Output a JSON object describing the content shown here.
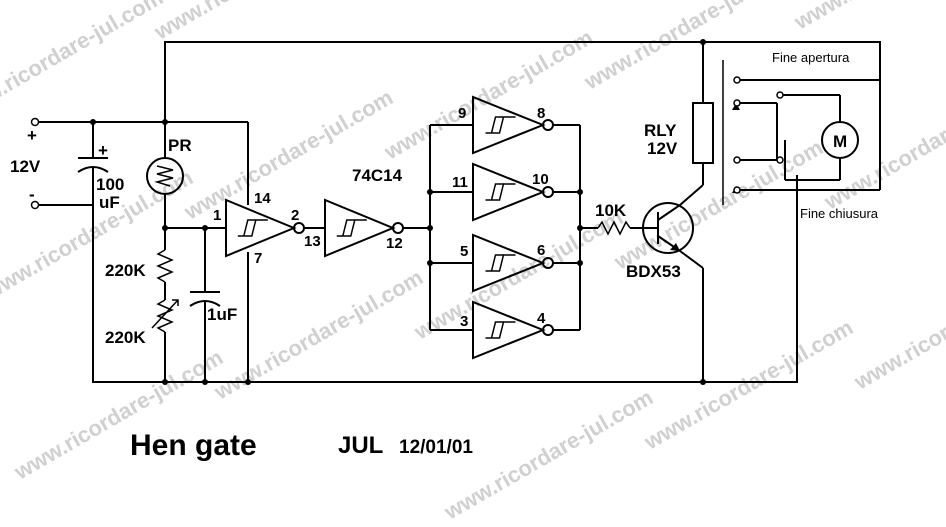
{
  "watermark": "www.ricordare-jul.com",
  "title": "Hen gate",
  "author": "JUL",
  "date": "12/01/01",
  "labels": {
    "supply_plus": "+",
    "supply_minus": "-",
    "supply_voltage": "12V",
    "cap_plus": "+",
    "cap_100_value": "100",
    "cap_100_unit": "uF",
    "photoresistor": "PR",
    "r_fixed": "220K",
    "r_trim": "220K",
    "cap_1uf": "1uF",
    "ic_name": "74C14",
    "resistor_10k": "10K",
    "transistor": "BDX53",
    "relay_name": "RLY",
    "relay_voltage": "12V",
    "motor": "M",
    "limit_open": "Fine apertura",
    "limit_close": "Fine chiusura"
  },
  "pins": {
    "g1_in": "1",
    "g1_vcc": "14",
    "g1_gnd": "7",
    "g1_out": "2",
    "g2_in": "13",
    "g2_out": "12",
    "g3_in": "9",
    "g3_out": "8",
    "g4_in": "11",
    "g4_out": "10",
    "g5_in": "5",
    "g5_out": "6",
    "g6_in": "3",
    "g6_out": "4"
  }
}
